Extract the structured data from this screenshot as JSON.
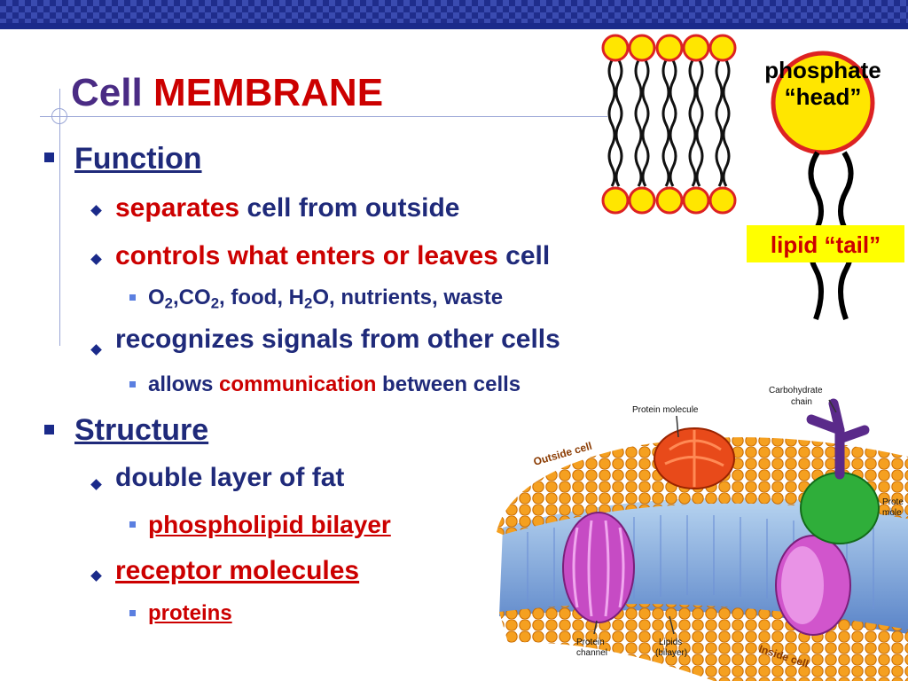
{
  "slide": {
    "title_part1": "Cell",
    "title_part2": "MEMBRANE"
  },
  "bullets": {
    "function": "Function",
    "separates_em": "separates",
    "separates_rest": " cell from outside",
    "controls_em": "controls what enters or leaves",
    "controls_rest": " cell",
    "substances": {
      "o": "O",
      "o_sub": "2",
      "co": ",CO",
      "co_sub": "2",
      "food": ", food, H",
      "h_sub": "2",
      "rest": "O, nutrients, waste"
    },
    "recognizes": "recognizes signals from other cells",
    "allows_pre": "allows ",
    "allows_em": "communication",
    "allows_post": " between cells",
    "structure": "Structure",
    "double_layer": "double layer of fat",
    "phospholipid": "phospholipid bilayer",
    "receptor": "receptor molecules",
    "proteins": "proteins"
  },
  "diagram_labels": {
    "phosphate": "phosphate",
    "head": "“head”",
    "lipid_tail": "lipid “tail”",
    "carbohydrate_1": "Carbohydrate",
    "carbohydrate_2": "chain",
    "protein_molecule": "Protein molecule",
    "outside_cell": "Outside cell",
    "inside_cell": "Inside cell",
    "protein_channel_1": "Protein",
    "protein_channel_2": "channel",
    "lipids_1": "Lipids",
    "lipids_2": "(bilayer)",
    "prot_right_1": "Prote",
    "prot_right_2": "mole"
  },
  "colors": {
    "title_primary": "#4a2b84",
    "accent_red": "#cc0000",
    "text_navy": "#1f2a7a",
    "phosphate_head_fill": "#ffe600",
    "phosphate_head_stroke": "#dd2222",
    "header_band": "#1f2d8c"
  }
}
